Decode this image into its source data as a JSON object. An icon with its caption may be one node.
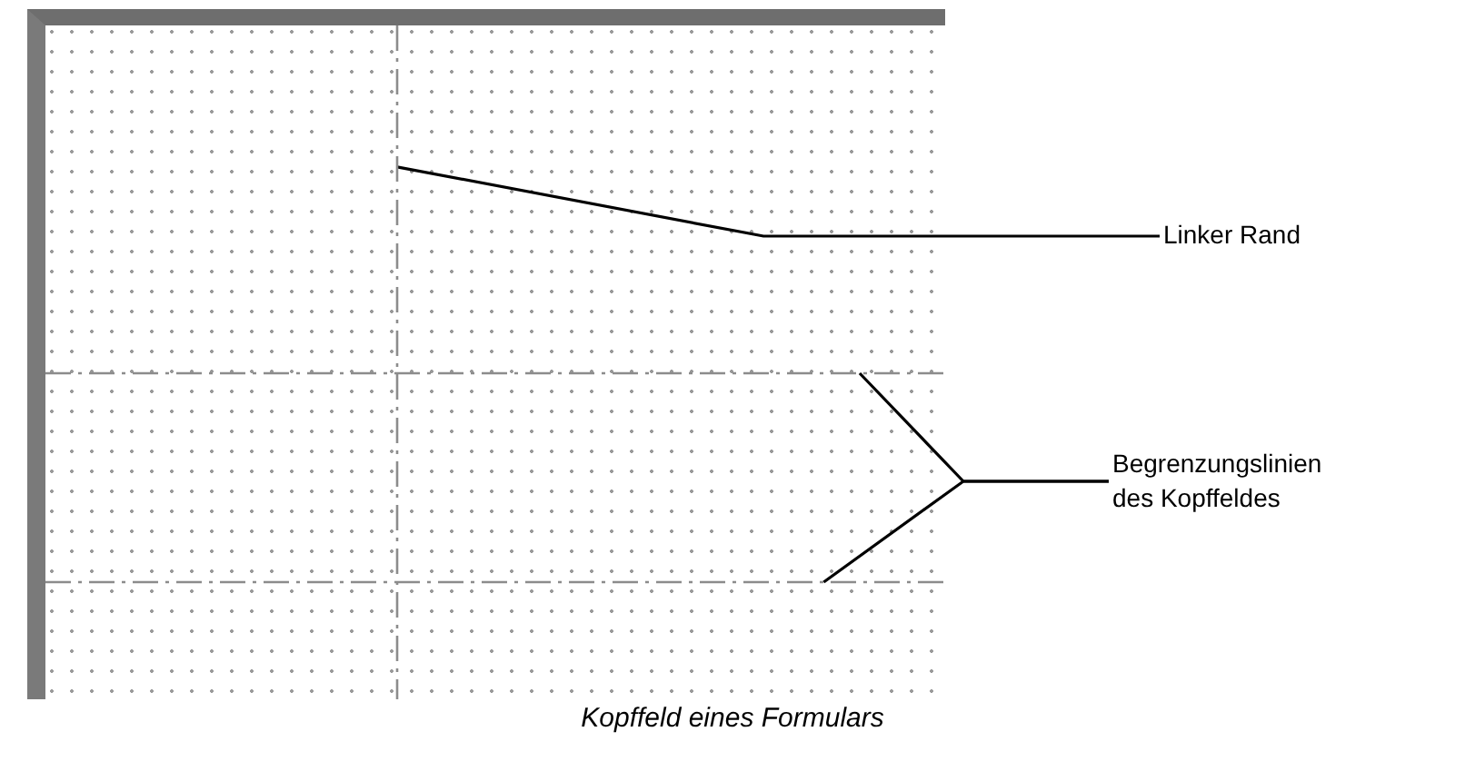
{
  "diagram": {
    "caption": "Kopffeld eines Formulars",
    "nodes": [
      {
        "text": [
          "Linker Rand"
        ]
      },
      {
        "text": [],
        "shape": "line"
      },
      {
        "text": [
          "Begrenzungslinien des Kopffeldes"
        ]
      },
      {
        "text": [],
        "shape": "line"
      },
      {
        "text": [],
        "shape": "line"
      }
    ],
    "edges": [
      {
        "from": 0,
        "to": 1,
        "arrow": "none"
      },
      {
        "from": 2,
        "to": 3,
        "arrow": "none"
      },
      {
        "from": 2,
        "to": 4,
        "arrow": "none"
      }
    ]
  }
}
